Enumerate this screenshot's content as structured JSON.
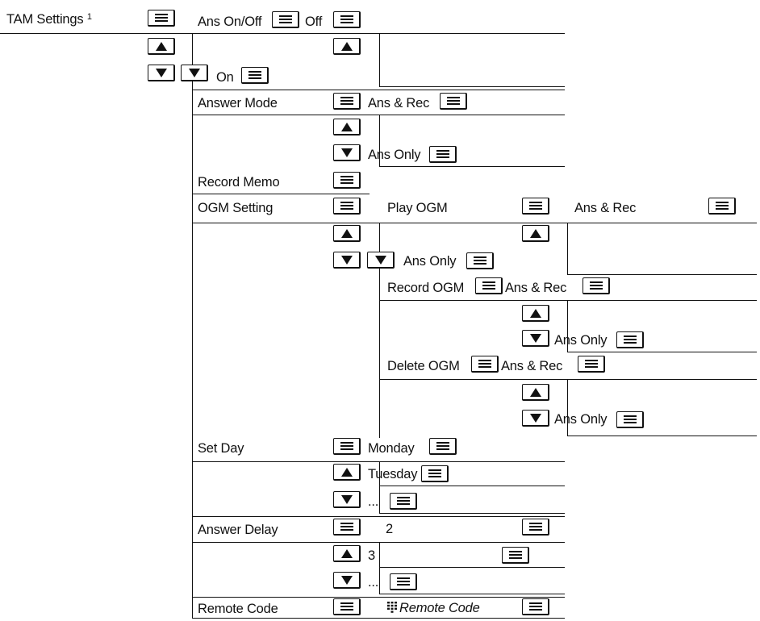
{
  "menu": {
    "tam_settings": "TAM Settings",
    "footnote": "1",
    "ans_onoff": "Ans On/Off",
    "off": "Off",
    "on": "On",
    "answer_mode": "Answer Mode",
    "ans_rec": "Ans & Rec",
    "ans_only": "Ans Only",
    "record_memo": "Record Memo",
    "ogm_setting": "OGM Setting",
    "play_ogm": "Play OGM",
    "record_ogm": "Record OGM",
    "delete_ogm": "Delete OGM",
    "set_day": "Set Day",
    "monday": "Monday",
    "tuesday": "Tuesday",
    "ellipsis": "...",
    "answer_delay": "Answer Delay",
    "delay_2": "2",
    "delay_3": "3",
    "remote_code": "Remote Code",
    "remote_code_value": "Remote Code"
  },
  "icons": {
    "menu_key": "menu-lines-icon",
    "up_key": "triangle-up-icon",
    "down_key": "triangle-down-icon",
    "keypad": "keypad-icon"
  },
  "colors": {
    "ink": "#111111",
    "background": "#ffffff"
  }
}
